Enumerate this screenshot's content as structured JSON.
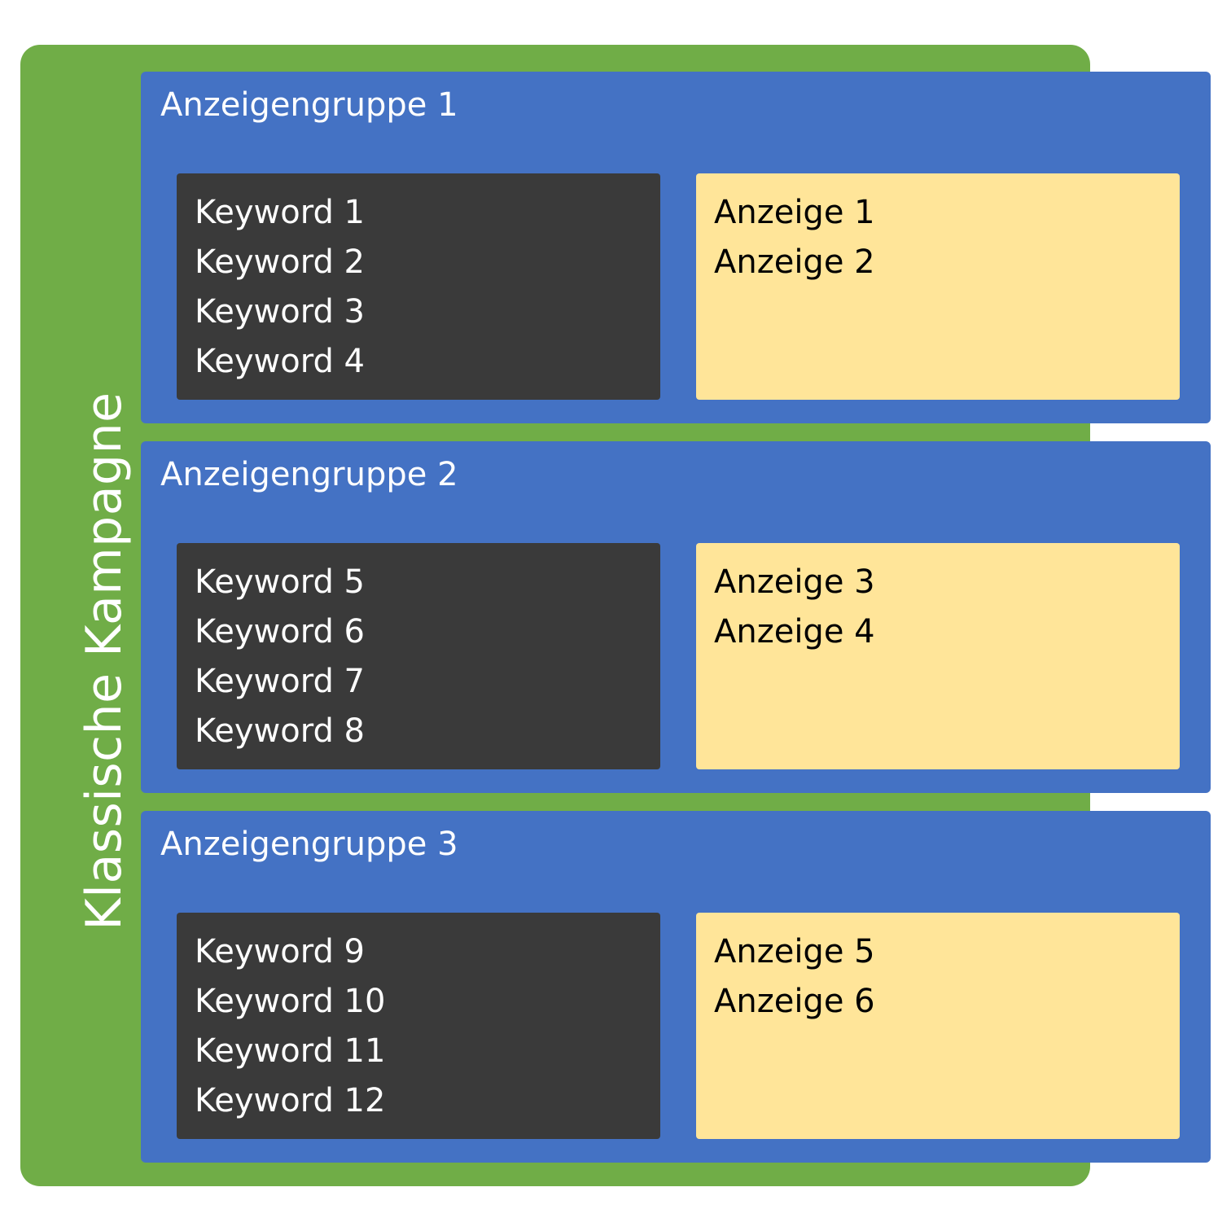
{
  "campaign": {
    "label": "Klassische Kampagne",
    "color": "#70AD47"
  },
  "colors": {
    "group": "#4472C4",
    "keywords_box": "#3A3A3A",
    "ads_box": "#FFE599"
  },
  "groups": [
    {
      "title": "Anzeigengruppe 1",
      "keywords": [
        "Keyword 1",
        "Keyword 2",
        "Keyword 3",
        "Keyword 4"
      ],
      "ads": [
        "Anzeige 1",
        "Anzeige 2"
      ]
    },
    {
      "title": "Anzeigengruppe 2",
      "keywords": [
        "Keyword 5",
        "Keyword 6",
        "Keyword 7",
        "Keyword 8"
      ],
      "ads": [
        "Anzeige 3",
        "Anzeige 4"
      ]
    },
    {
      "title": "Anzeigengruppe 3",
      "keywords": [
        "Keyword 9",
        "Keyword 10",
        "Keyword 11",
        "Keyword 12"
      ],
      "ads": [
        "Anzeige 5",
        "Anzeige 6"
      ]
    }
  ]
}
